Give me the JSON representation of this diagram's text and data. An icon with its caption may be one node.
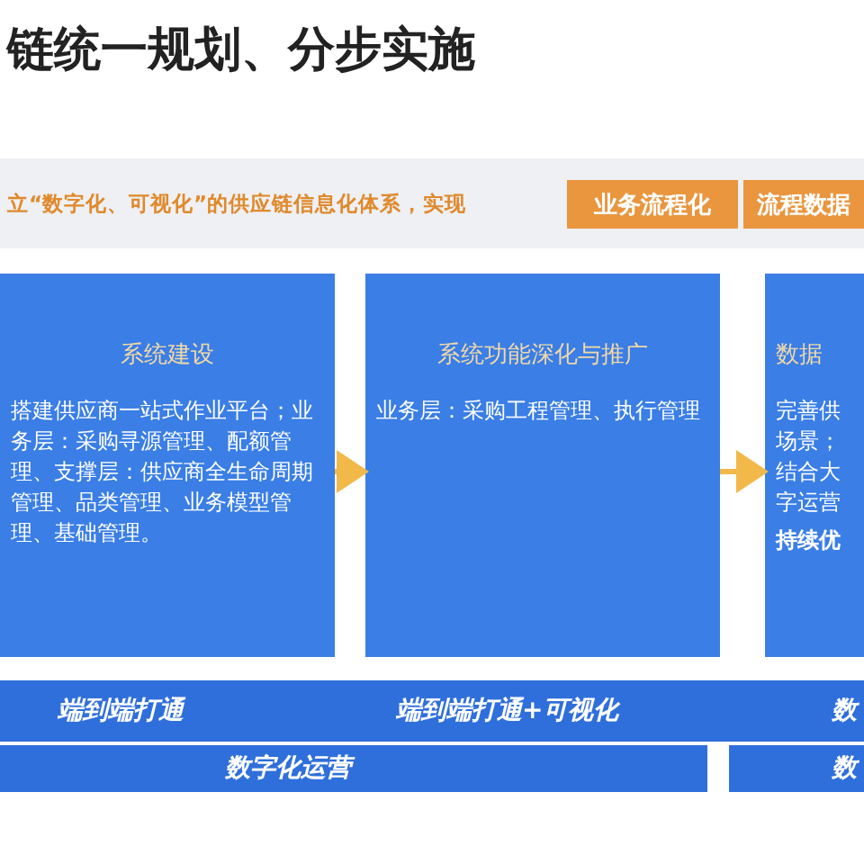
{
  "diagram": {
    "title": "链统一规划、分步实施",
    "nodes": [
      {
        "text": [
          "系统建设",
          "搭建供应商一站式作业平台；业务层：采购寻源管理、配额管理、支撑层：供应商全生命周期管理、品类管理、业务模型管理、基础管理。"
        ]
      },
      {
        "text": [
          "系统功能深化与推广",
          "业务层：采购工程管理、执行管理"
        ]
      },
      {
        "text": [
          "数据",
          "完善供场景；结合大字运营",
          "持续优"
        ]
      },
      {
        "text": [
          "业务流程化"
        ]
      },
      {
        "text": [
          "流程数据"
        ]
      },
      {
        "text": [
          "端到端打通",
          "端到端打通+可视化",
          "数"
        ]
      },
      {
        "text": [
          "数字化运营"
        ]
      },
      {
        "text": [
          "数"
        ]
      }
    ],
    "edges": [
      {
        "from": 0,
        "to": 1,
        "arrow": "to"
      },
      {
        "from": 1,
        "to": 2,
        "arrow": "to"
      }
    ],
    "labels": [
      "立“数字化、可视化”的供应链信息化体系，实现"
    ]
  }
}
